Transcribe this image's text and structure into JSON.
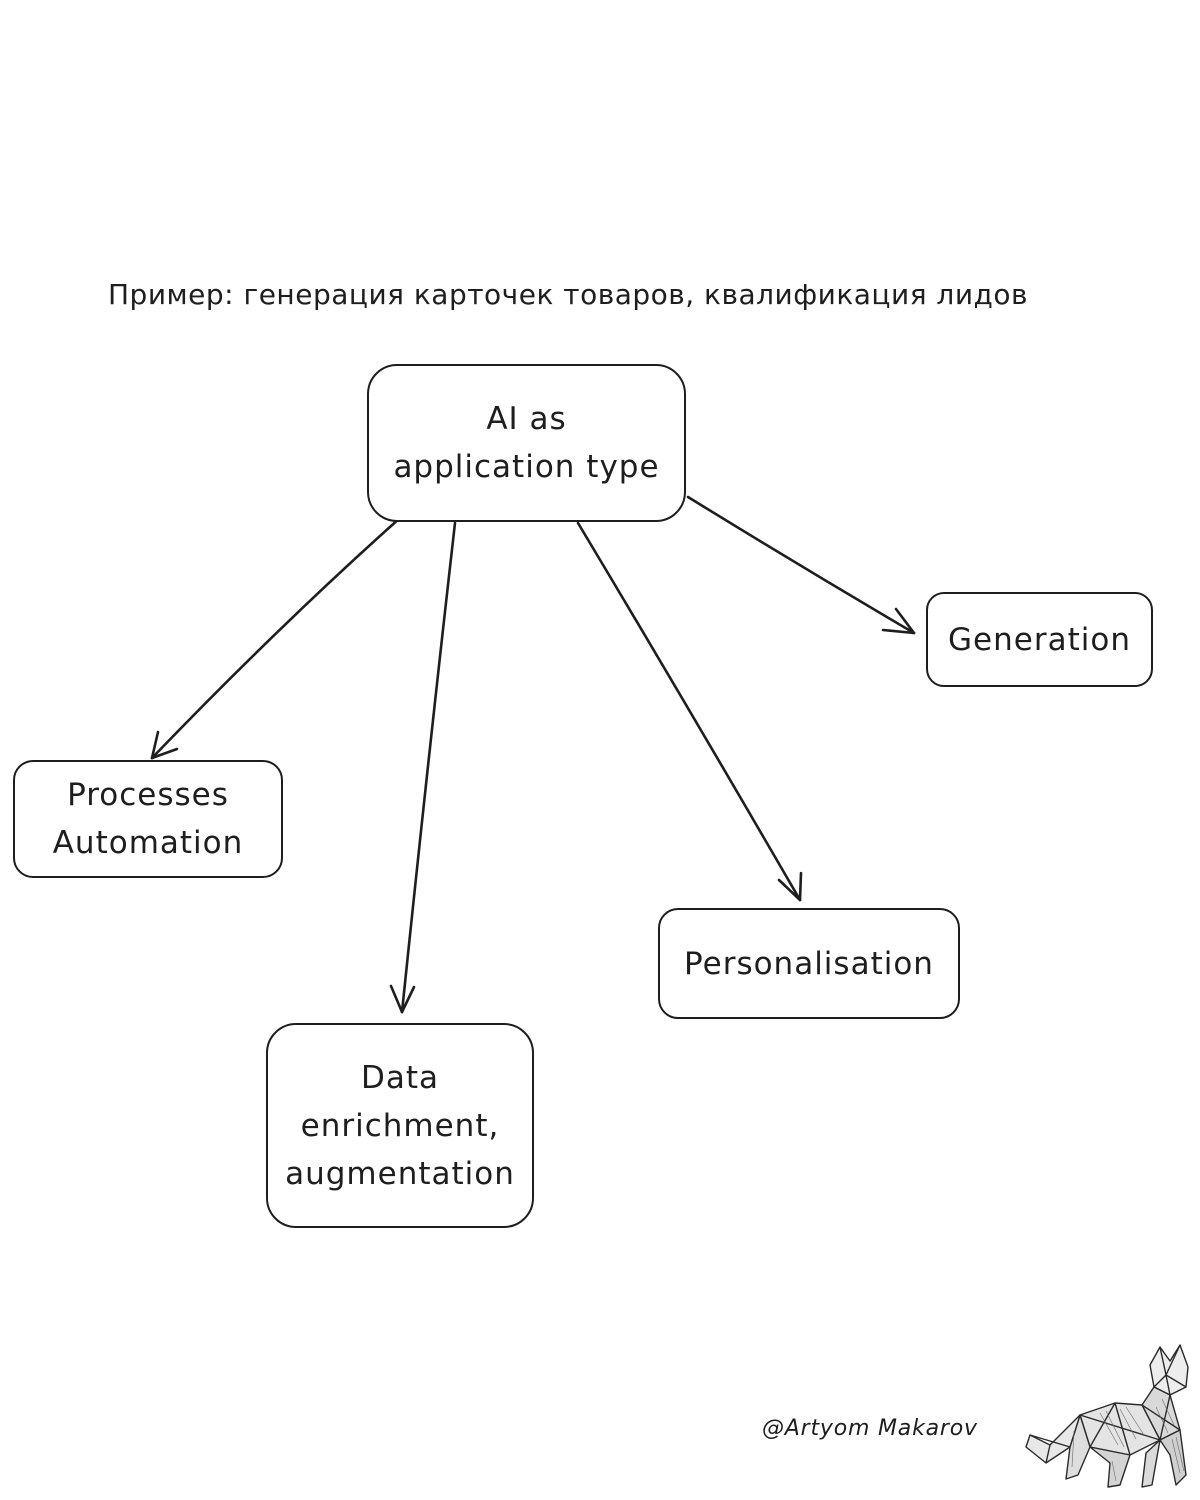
{
  "caption": "Пример: генерация карточек товаров, квалификация лидов",
  "nodes": {
    "root": "AI as\napplication type",
    "generation": "Generation",
    "processes": "Processes\nAutomation",
    "personalisation": "Personalisation",
    "data": "Data\nenrichment,\naugmentation"
  },
  "signature": "@Artyom Makarov",
  "mascot_icon": "origami-cat-icon",
  "colors": {
    "ink": "#1e1e1e",
    "background": "#ffffff"
  }
}
